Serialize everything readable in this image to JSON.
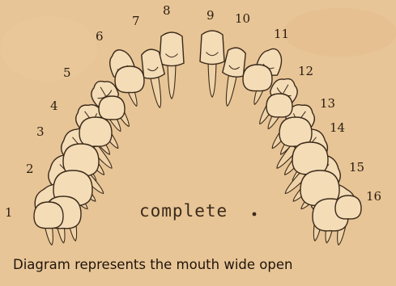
{
  "colors": {
    "paper": "#e8c596",
    "ink": "#2a1d12"
  },
  "tooth_numbers": [
    "1",
    "2",
    "3",
    "4",
    "5",
    "6",
    "7",
    "8",
    "9",
    "10",
    "11",
    "12",
    "13",
    "14",
    "15",
    "16"
  ],
  "center_label": "complete",
  "caption": "Diagram represents the mouth wide open"
}
